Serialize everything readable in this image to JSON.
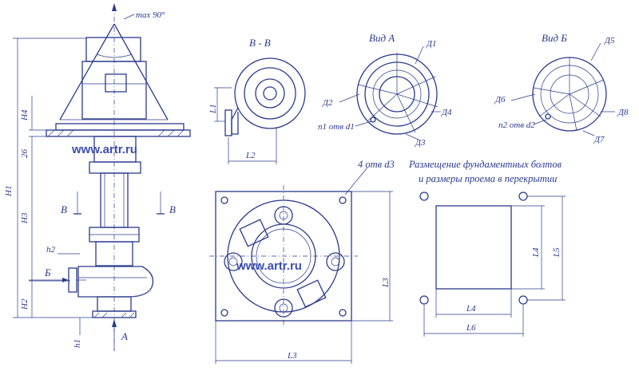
{
  "title": "",
  "watermark": "www.artr.ru",
  "angle_note": "max 90°",
  "views": {
    "section_bb": "B - B",
    "view_a": "Вид А",
    "view_b": "Вид Б"
  },
  "foundation_note": {
    "holes": "4 отв d3",
    "line1": "Размещение фундаментных болтов",
    "line2": "и размеры проема в перекрытии"
  },
  "labels": {
    "H1": "H1",
    "H2": "H2",
    "H3": "H3",
    "H4": "H4",
    "h1": "h1",
    "h2": "h2",
    "dim26": "26",
    "B_left": "B",
    "B_right": "B",
    "B_flow": "Б",
    "A_flow": "A",
    "L1": "L1",
    "L2": "L2",
    "L3": "L3",
    "L3b": "L3",
    "L4": "L4",
    "L4b": "L4",
    "L5": "L5",
    "L6": "L6",
    "D1": "Д1",
    "D2": "Д2",
    "D3": "Д3",
    "D4": "Д4",
    "D5": "Д5",
    "D6": "Д6",
    "D7": "Д7",
    "D8": "Д8",
    "n1": "n1 отв d1",
    "n2": "n2 отв d2"
  },
  "colors": {
    "ink": "#2b3a8c",
    "paper": "#ffffff",
    "watermark": "#3a4fb0"
  }
}
